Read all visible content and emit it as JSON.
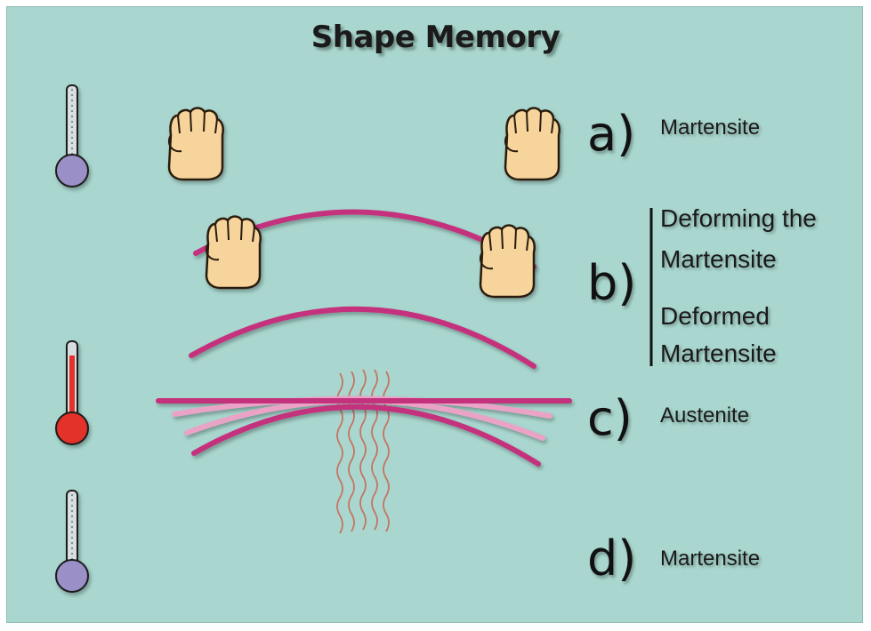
{
  "title": "Shape Memory",
  "steps": [
    {
      "letter": "a)",
      "lines": [
        "Martensite"
      ]
    },
    {
      "letter": "b)",
      "lines": [
        "Deforming the",
        "Martensite",
        "Deformed",
        "Martensite"
      ]
    },
    {
      "letter": "c)",
      "lines": [
        "Austenite"
      ]
    },
    {
      "letter": "d)",
      "lines": [
        "Martensite"
      ]
    }
  ],
  "colors": {
    "background": "#a9d7cf",
    "wire": "#c4337e",
    "wire_light": "#eaa3c6",
    "hand": "#f6d49c",
    "bulb_cold": "#9a8fc7",
    "bulb_hot": "#e2322a",
    "heat_waves": "#c96a55"
  },
  "icons": [
    "thermometer-cold-icon",
    "thermometer-hot-icon",
    "hand-icon",
    "heat-waves-icon"
  ]
}
